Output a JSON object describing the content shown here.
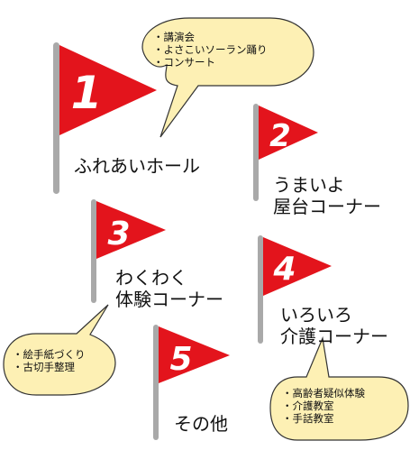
{
  "colors": {
    "flag": "#e3141c",
    "pole": "#a9a9a9",
    "number": "#ffffff",
    "bubble_fill": "#fdf0b4",
    "bubble_stroke": "#333333"
  },
  "areas": [
    {
      "number": "1",
      "label_lines": [
        "ふれあいホール"
      ]
    },
    {
      "number": "2",
      "label_lines": [
        "うまいよ",
        "屋台コーナー"
      ]
    },
    {
      "number": "3",
      "label_lines": [
        "わくわく",
        "体験コーナー"
      ]
    },
    {
      "number": "4",
      "label_lines": [
        "いろいろ",
        "介護コーナー"
      ]
    },
    {
      "number": "5",
      "label_lines": [
        "その他"
      ]
    }
  ],
  "bubbles": [
    {
      "lines": [
        "・講演会",
        "・よさこいソーラン踊り",
        "・コンサート"
      ]
    },
    {
      "lines": [
        "・絵手紙づくり",
        "・古切手整理"
      ]
    },
    {
      "lines": [
        "・高齢者疑似体験",
        "・介護教室",
        "・手話教室"
      ]
    }
  ]
}
